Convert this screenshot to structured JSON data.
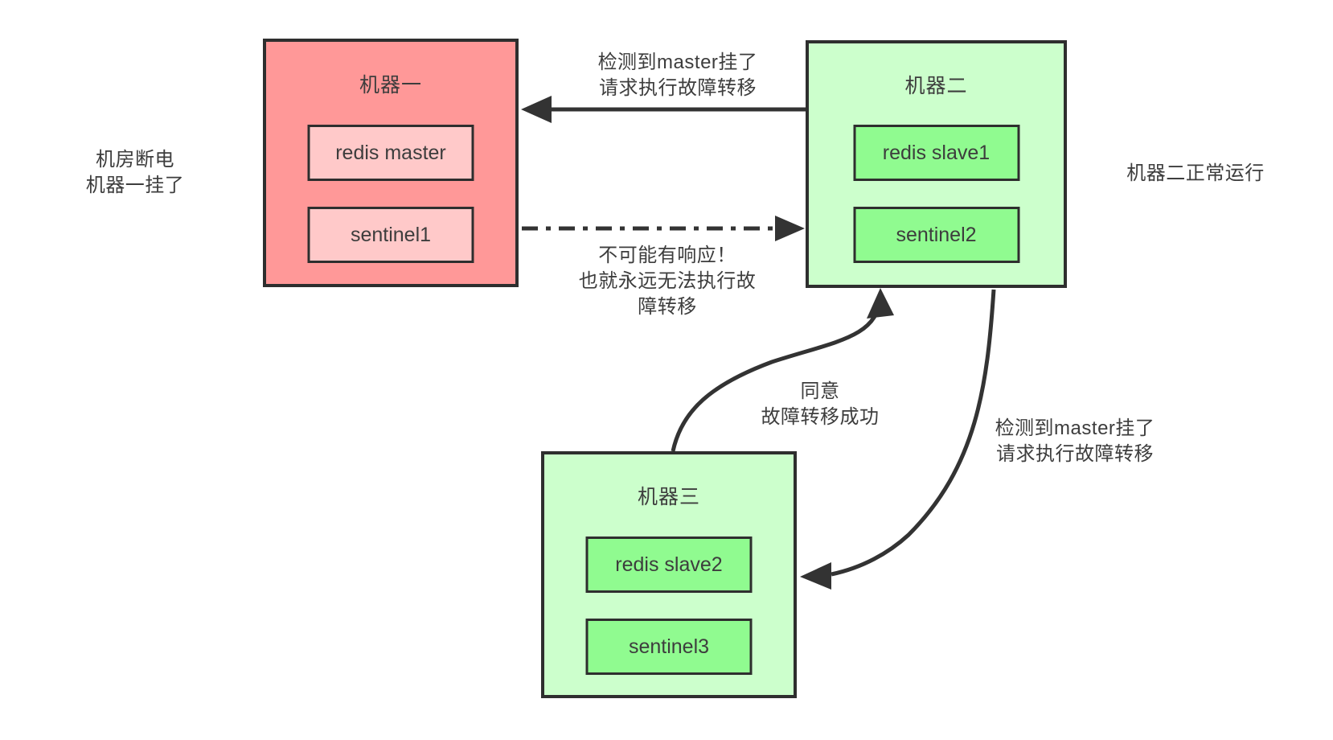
{
  "diagram_title": "redis sentinel failover diagram",
  "colors": {
    "machine_down_fill": "#FF9898",
    "machine_down_component_fill": "#FFC9C9",
    "machine_up_fill": "#CCFFCC",
    "machine_up_component_fill": "#90FB90",
    "border": "#2E2E2E",
    "arrow": "#333333",
    "text": "#3D3D3D",
    "canvas_bg": "#FFFFFF"
  },
  "machines": [
    {
      "title": "机器一",
      "status": "down",
      "components": [
        "redis master",
        "sentinel1"
      ]
    },
    {
      "title": "机器二",
      "status": "up",
      "components": [
        "redis slave1",
        "sentinel2"
      ]
    },
    {
      "title": "机器三",
      "status": "up",
      "components": [
        "redis slave2",
        "sentinel3"
      ]
    }
  ],
  "labels": {
    "left_note": {
      "lines": [
        "机房断电",
        "机器一挂了"
      ]
    },
    "right_note": {
      "lines": [
        "机器二正常运行"
      ]
    },
    "top_arrow": {
      "lines": [
        "检测到master挂了",
        "请求执行故障转移"
      ]
    },
    "dashed_arrow": {
      "lines": [
        "不可能有响应！",
        "也就永远无法执行故",
        "障转移"
      ]
    },
    "agree_arrow": {
      "lines": [
        "同意",
        "故障转移成功"
      ]
    },
    "right_arrow": {
      "lines": [
        "检测到master挂了",
        "请求执行故障转移"
      ]
    }
  }
}
